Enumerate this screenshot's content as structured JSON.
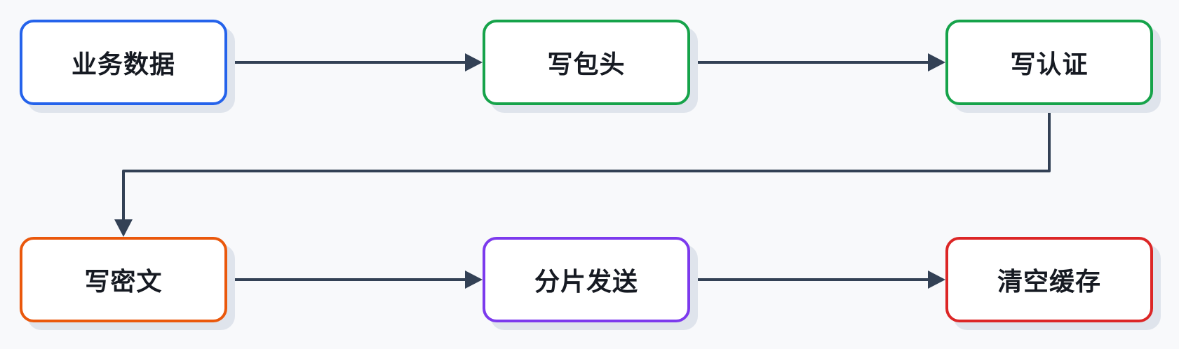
{
  "diagram": {
    "nodes": [
      {
        "id": "node-1",
        "label": "业务数据",
        "border_color": "#2563eb"
      },
      {
        "id": "node-2",
        "label": "写包头",
        "border_color": "#16a34a"
      },
      {
        "id": "node-3",
        "label": "写认证",
        "border_color": "#16a34a"
      },
      {
        "id": "node-4",
        "label": "写密文",
        "border_color": "#ea580c"
      },
      {
        "id": "node-5",
        "label": "分片发送",
        "border_color": "#7c3aed"
      },
      {
        "id": "node-6",
        "label": "清空缓存",
        "border_color": "#dc2626"
      }
    ],
    "edges": [
      {
        "from": "node-1",
        "to": "node-2"
      },
      {
        "from": "node-2",
        "to": "node-3"
      },
      {
        "from": "node-3",
        "to": "node-4"
      },
      {
        "from": "node-4",
        "to": "node-5"
      },
      {
        "from": "node-5",
        "to": "node-6"
      }
    ],
    "colors": {
      "background": "#f8f9fb",
      "connector": "#334155",
      "node_fill": "#ffffff",
      "node_shadow": "#dfe4ec",
      "label": "#161a22"
    }
  }
}
